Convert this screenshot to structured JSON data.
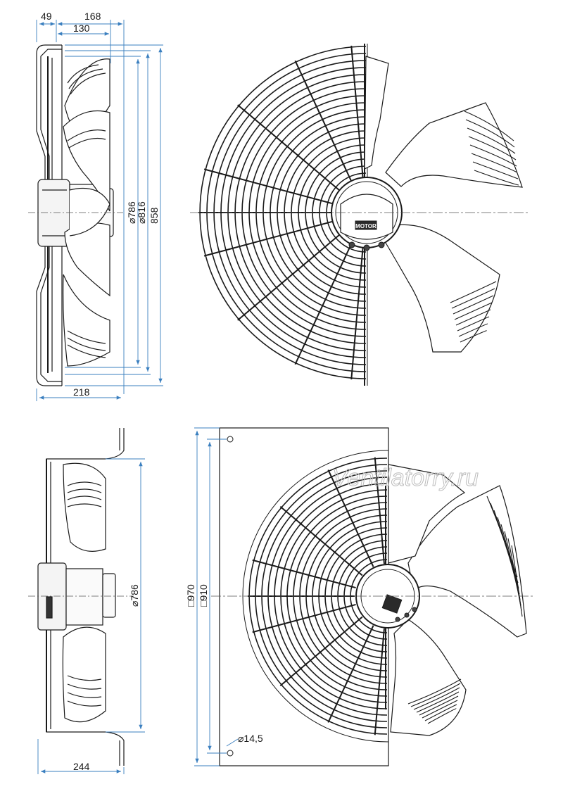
{
  "watermark": "Ventilatorry.ru",
  "motor_label": "MOTOR",
  "colors": {
    "line": "#1a1a1a",
    "dimension": "#3a7fbf",
    "centerline": "#555555",
    "watermark": "#bdbdbd"
  },
  "views": {
    "side_top": {
      "dims": {
        "d1": "49",
        "d2": "168",
        "d3": "130",
        "dia1": "⌀786",
        "dia2": "⌀816",
        "dia3": "858",
        "bottom": "218"
      }
    },
    "side_bottom": {
      "dims": {
        "dia": "⌀786",
        "bottom": "244"
      }
    },
    "front_bottom": {
      "dims": {
        "sq1": "□970",
        "sq2": "□910",
        "hole": "⌀14,5"
      }
    }
  }
}
